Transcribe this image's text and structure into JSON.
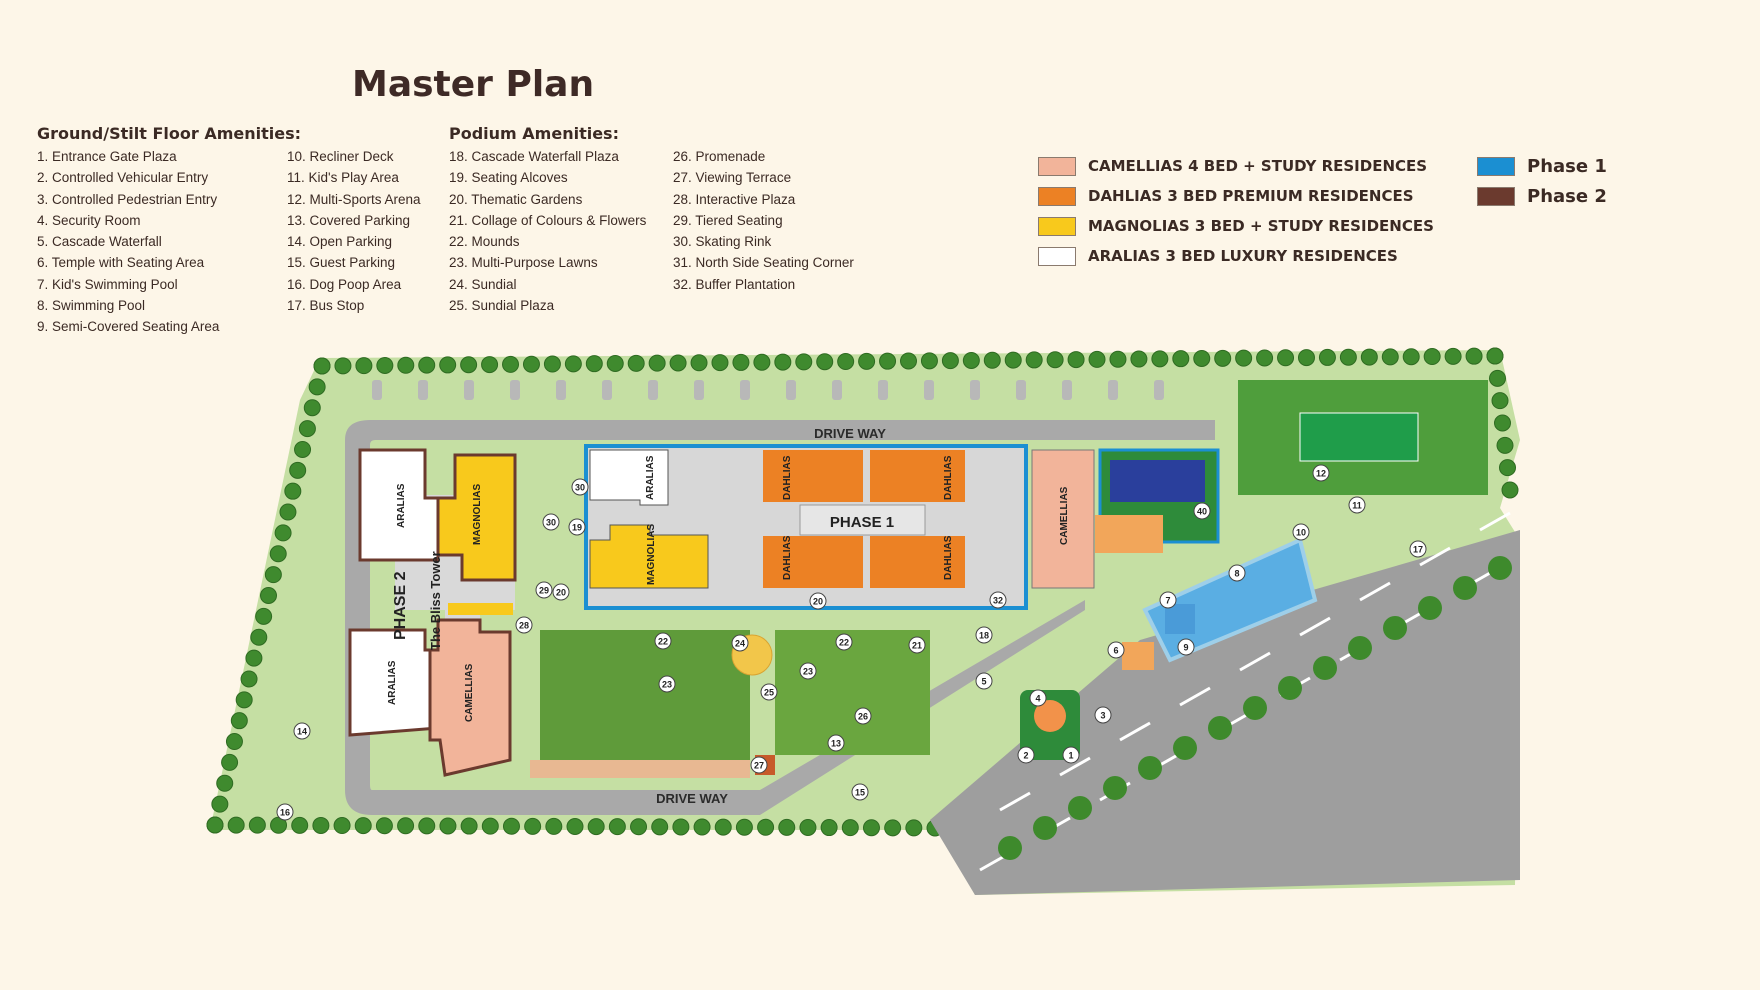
{
  "title": "Master Plan",
  "ground": {
    "heading": "Ground/Stilt Floor Amenities:",
    "col1": [
      "1. Entrance Gate Plaza",
      "2. Controlled Vehicular Entry",
      "3. Controlled Pedestrian Entry",
      "4. Security Room",
      "5. Cascade Waterfall",
      "6. Temple with Seating Area",
      "7. Kid's Swimming Pool",
      "8. Swimming Pool",
      "9. Semi-Covered Seating Area"
    ],
    "col2": [
      "10. Recliner Deck",
      "11. Kid's Play Area",
      "12. Multi-Sports Arena",
      "13. Covered Parking",
      "14. Open Parking",
      "15. Guest Parking",
      "16. Dog Poop Area",
      "17. Bus Stop"
    ]
  },
  "podium": {
    "heading": "Podium Amenities:",
    "col1": [
      "18. Cascade Waterfall Plaza",
      "19. Seating Alcoves",
      "20. Thematic Gardens",
      "21. Collage of Colours & Flowers",
      "22. Mounds",
      "23. Multi-Purpose Lawns",
      "24. Sundial",
      "25. Sundial Plaza"
    ],
    "col2": [
      "26. Promenade",
      "27. Viewing Terrace",
      "28. Interactive Plaza",
      "29. Tiered Seating",
      "30. Skating Rink",
      "31. North Side Seating Corner",
      "32. Buffer Plantation"
    ]
  },
  "legend": [
    {
      "label": "CAMELLIAS 4 BED + STUDY RESIDENCES",
      "color": "#f2b49a"
    },
    {
      "label": "DAHLIAS 3 BED PREMIUM RESIDENCES",
      "color": "#ec8124"
    },
    {
      "label": "MAGNOLIAS 3 BED + STUDY RESIDENCES",
      "color": "#f8c91c"
    },
    {
      "label": "ARALIAS 3 BED LUXURY RESIDENCES",
      "color": "#ffffff"
    }
  ],
  "phases": [
    {
      "label": "Phase 1",
      "color": "#1b8fd2"
    },
    {
      "label": "Phase 2",
      "color": "#6b3a2e"
    }
  ],
  "map": {
    "drive_way_top": "DRIVE WAY",
    "drive_way_bottom": "DRIVE WAY",
    "phase1": "PHASE 1",
    "phase2": "PHASE 2",
    "tower": "The Bliss Tower",
    "aralias": "ARALIAS",
    "magnolias": "MAGNOLIAS",
    "dahlias": "DAHLIAS",
    "camellias": "CAMELLIAS",
    "markers": [
      "1",
      "2",
      "3",
      "4",
      "5",
      "6",
      "7",
      "8",
      "9",
      "10",
      "11",
      "12",
      "13",
      "14",
      "15",
      "16",
      "17",
      "18",
      "19",
      "20",
      "20",
      "21",
      "22",
      "22",
      "23",
      "23",
      "24",
      "25",
      "26",
      "27",
      "28",
      "29",
      "30",
      "30",
      "32",
      "40"
    ]
  }
}
